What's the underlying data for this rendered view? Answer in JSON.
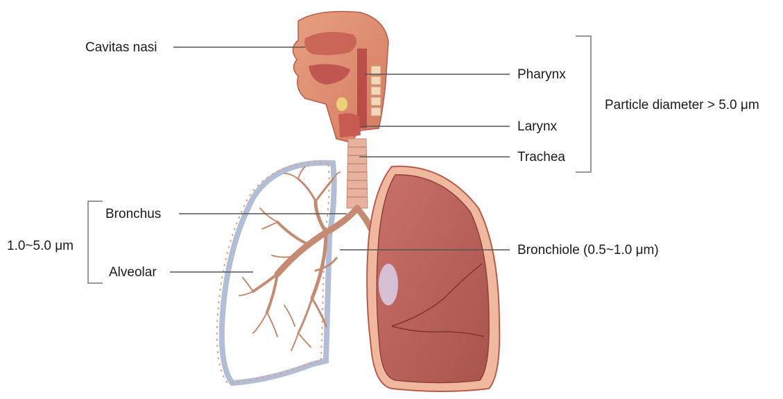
{
  "labels": {
    "cavitas_nasi": "Cavitas nasi",
    "pharynx": "Pharynx",
    "larynx": "Larynx",
    "trachea": "Trachea",
    "bronchus": "Bronchus",
    "alveolar": "Alveolar",
    "bronchiole": "Bronchiole (0.5~1.0 μm)"
  },
  "ranges": {
    "upper": "Particle diameter > 5.0 μm",
    "lower": "1.0~5.0 μm"
  },
  "colors": {
    "leader_line": "#555555",
    "bracket": "#777777",
    "tissue": "#d9887a",
    "tissue_dark": "#b24c46",
    "pleura_outline": "#aeb7cf",
    "bronchial_tree": "#c48a72"
  }
}
